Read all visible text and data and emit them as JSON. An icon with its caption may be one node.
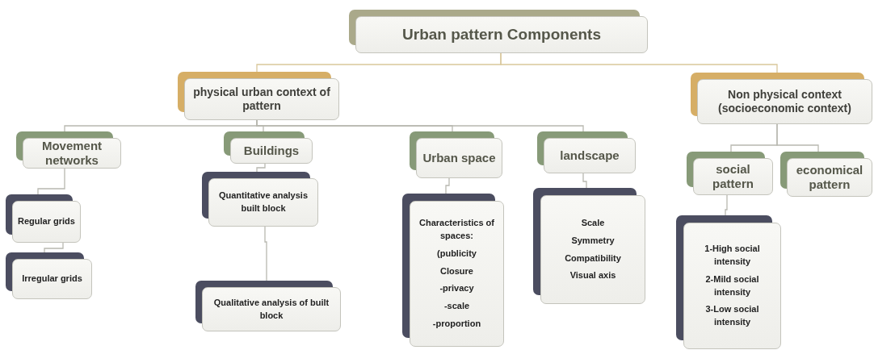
{
  "diagram": {
    "nodes": [
      {
        "text": [
          "Urban pattern Components"
        ]
      },
      {
        "text": [
          "physical urban context of pattern"
        ]
      },
      {
        "text": [
          "Non physical context (socioeconomic context)"
        ]
      },
      {
        "text": [
          "Movement networks"
        ]
      },
      {
        "text": [
          "Buildings"
        ]
      },
      {
        "text": [
          "Urban space"
        ]
      },
      {
        "text": [
          "landscape"
        ]
      },
      {
        "text": [
          "social pattern"
        ]
      },
      {
        "text": [
          "economical pattern"
        ]
      },
      {
        "text": [
          "Regular grids"
        ]
      },
      {
        "text": [
          "Irregular grids"
        ]
      },
      {
        "text": [
          "Quantitative analysis built block"
        ]
      },
      {
        "text": [
          "Qualitative analysis of built block"
        ]
      },
      {
        "text": [
          "Characteristics of spaces:",
          "(publicity",
          "Closure",
          "-privacy",
          "-scale",
          "-proportion"
        ]
      },
      {
        "text": [
          "Scale",
          "Symmetry",
          "Compatibility",
          "Visual axis"
        ]
      },
      {
        "text": [
          "1-High social intensity",
          "2-Mild social intensity",
          "3-Low social intensity"
        ]
      }
    ],
    "edges": [
      {
        "from": 0,
        "to": 1,
        "arrow": "none"
      },
      {
        "from": 0,
        "to": 2,
        "arrow": "none"
      },
      {
        "from": 1,
        "to": 3,
        "arrow": "none"
      },
      {
        "from": 1,
        "to": 4,
        "arrow": "none"
      },
      {
        "from": 1,
        "to": 5,
        "arrow": "none"
      },
      {
        "from": 1,
        "to": 6,
        "arrow": "none"
      },
      {
        "from": 2,
        "to": 7,
        "arrow": "none"
      },
      {
        "from": 2,
        "to": 8,
        "arrow": "none"
      },
      {
        "from": 3,
        "to": 9,
        "arrow": "none"
      },
      {
        "from": 9,
        "to": 10,
        "arrow": "none"
      },
      {
        "from": 4,
        "to": 11,
        "arrow": "none"
      },
      {
        "from": 11,
        "to": 12,
        "arrow": "none"
      },
      {
        "from": 5,
        "to": 13,
        "arrow": "none"
      },
      {
        "from": 6,
        "to": 14,
        "arrow": "none"
      },
      {
        "from": 7,
        "to": 15,
        "arrow": "none"
      }
    ]
  }
}
